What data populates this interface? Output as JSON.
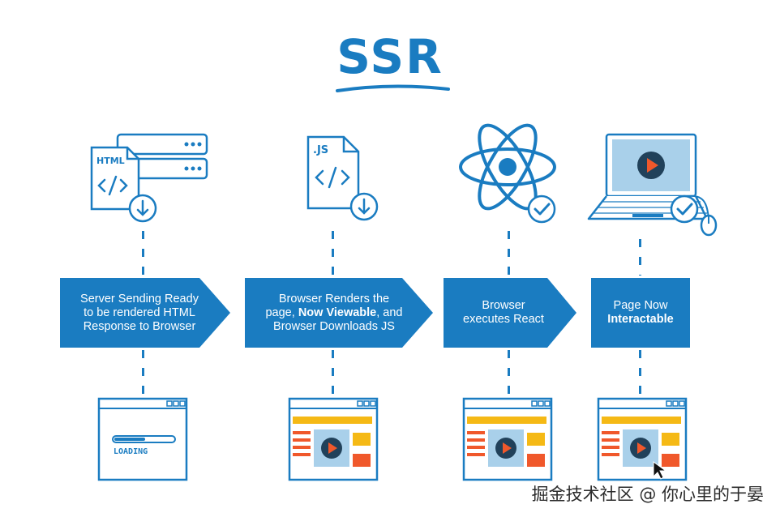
{
  "title": "SSR",
  "stages": [
    {
      "icon_label": "HTML",
      "lines": [
        "Server Sending Ready",
        "to be rendered HTML",
        "Response to Browser"
      ]
    },
    {
      "icon_label": ".JS",
      "line1": "Browser Renders the",
      "line2_pre": "page, ",
      "line2_bold": "Now Viewable",
      "line2_post": ", and",
      "line3": "Browser Downloads JS"
    },
    {
      "lines": [
        "Browser",
        "executes React"
      ]
    },
    {
      "line1": "Page Now",
      "line2_bold": "Interactable"
    }
  ],
  "loading_text": "LOADING",
  "watermark": "掘金技术社区 @ 你心里的于晏",
  "colors": {
    "primary": "#1a7cc1",
    "content_yellow": "#f5b915",
    "content_orange": "#f0582b",
    "video_bg": "#a9d0ea"
  }
}
